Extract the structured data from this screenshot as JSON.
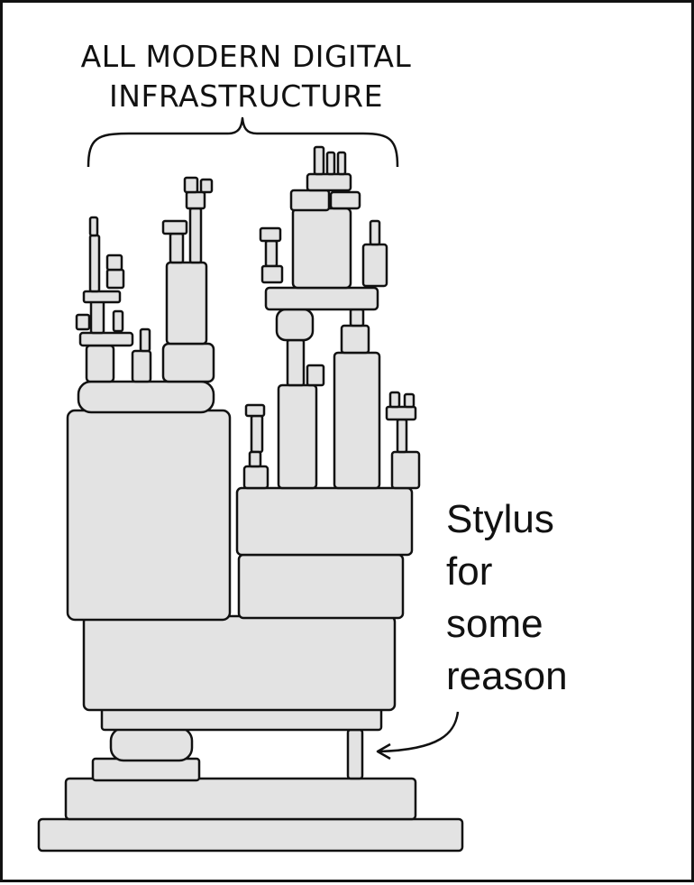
{
  "heading": {
    "line1": "ALL MODERN DIGITAL",
    "line2": "INFRASTRUCTURE"
  },
  "annotation": {
    "lines": [
      "Stylus",
      "for",
      "some",
      "reason"
    ]
  },
  "colors": {
    "block_fill": "#e3e3e3",
    "stroke": "#111111",
    "background": "#ffffff"
  }
}
